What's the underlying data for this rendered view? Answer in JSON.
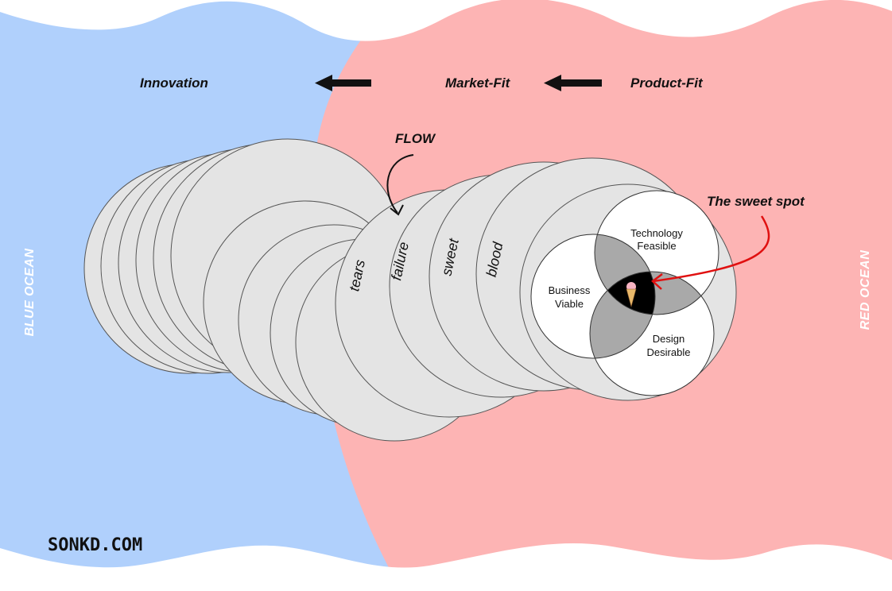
{
  "header": {
    "innovation": "Innovation",
    "market_fit": "Market-Fit",
    "product_fit": "Product-Fit"
  },
  "annotations": {
    "flow": "FLOW",
    "sweet_spot": "The sweet spot"
  },
  "oceans": {
    "blue": "BLUE OCEAN",
    "red": "RED OCEAN"
  },
  "circle_words": {
    "tears": "tears",
    "failure": "failure",
    "sweet": "sweet",
    "blood": "blood"
  },
  "venn": {
    "technology_line1": "Technology",
    "technology_line2": "Feasible",
    "business_line1": "Business",
    "business_line2": "Viable",
    "design_line1": "Design",
    "design_line2": "Desirable",
    "center_icon": "ice-cream-icon"
  },
  "brand": "SONKD.COM",
  "colors": {
    "blue_ocean": "#b0d0fc",
    "red_ocean": "#fdb4b4",
    "circle_fill": "#e4e4e4",
    "venn_overlap": "#a9a9a9",
    "sweet_spot": "#000000",
    "pointer": "#e01010"
  }
}
